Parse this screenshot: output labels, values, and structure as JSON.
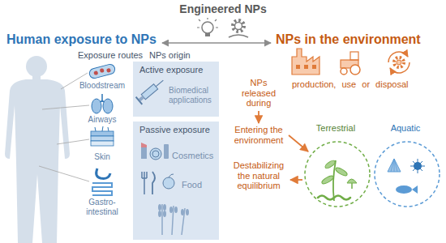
{
  "diagram": {
    "title": "Engineered NPs",
    "nodes": [
      {
        "text": [
          "Active exposure",
          "Biomedical applications"
        ]
      },
      {
        "text": [
          "Passive exposure",
          "Cosmetics",
          "Food"
        ]
      },
      {
        "text": [
          "Terrestrial"
        ]
      },
      {
        "text": [
          "Aquatic"
        ]
      }
    ],
    "labels": [
      "Human exposure to NPs",
      "NPs in the environment",
      "Exposure routes",
      "NPs origin",
      "Bloodstream",
      "Airways",
      "Skin",
      "Gastro-intestinal",
      "NPs released during",
      "production, use or disposal",
      "Entering the environment",
      "Destabilizing the natural equilibrium"
    ]
  }
}
